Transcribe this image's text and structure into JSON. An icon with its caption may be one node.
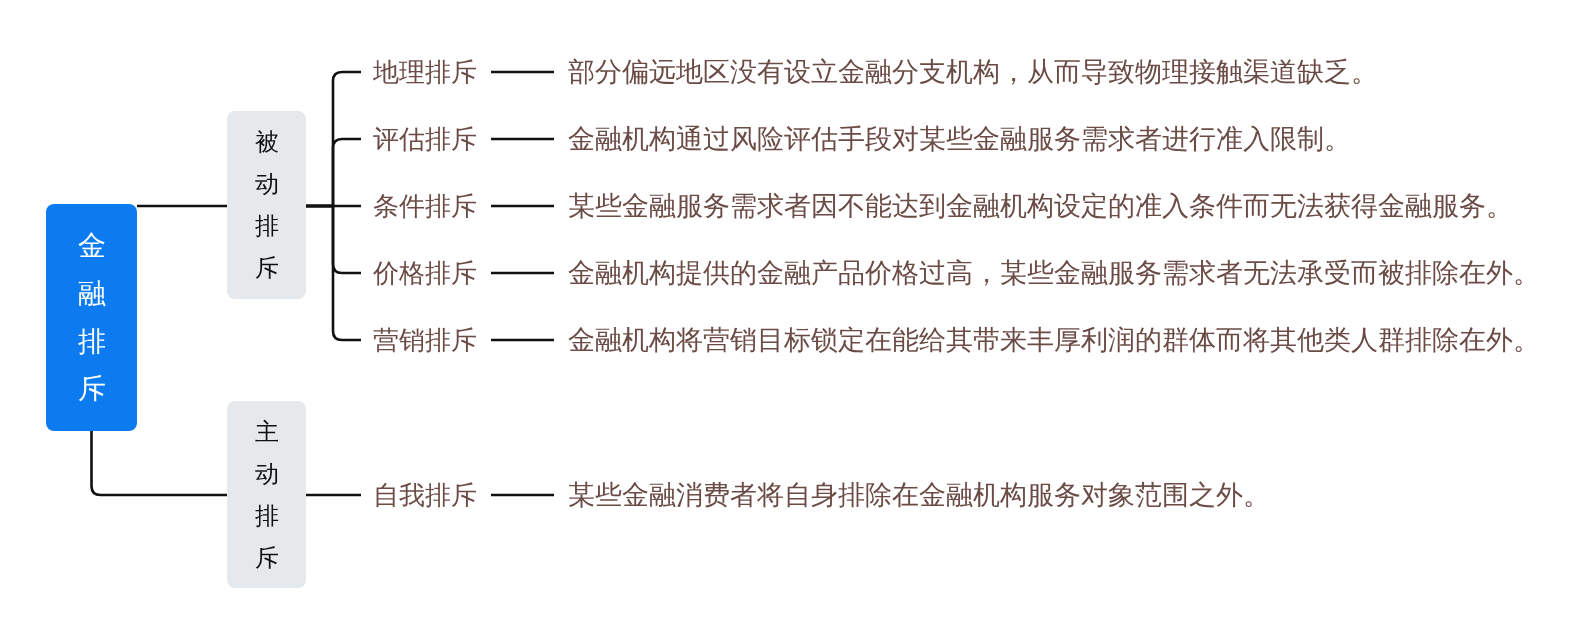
{
  "diagram": {
    "nodes": [
      {
        "text": [
          "金融排斥"
        ]
      },
      {
        "text": [
          "被动排斥"
        ]
      },
      {
        "text": [
          "地理排斥"
        ]
      },
      {
        "text": [
          "部分偏远地区没有设立金融分支机构，从而导致物理接触渠道缺乏。"
        ]
      },
      {
        "text": [
          "评估排斥"
        ]
      },
      {
        "text": [
          "金融机构通过风险评估手段对某些金融服务需求者进行准入限制。"
        ]
      },
      {
        "text": [
          "条件排斥"
        ]
      },
      {
        "text": [
          "某些金融服务需求者因不能达到金融机构设定的准入条件而无法获得金融服务。"
        ]
      },
      {
        "text": [
          "价格排斥"
        ]
      },
      {
        "text": [
          "金融机构提供的金融产品价格过高，某些金融服务需求者无法承受而被排除在外。"
        ]
      },
      {
        "text": [
          "营销排斥"
        ]
      },
      {
        "text": [
          "金融机构将营销目标锁定在能给其带来丰厚利润的群体而将其他类人群排除在外。"
        ]
      },
      {
        "text": [
          "主动排斥"
        ]
      },
      {
        "text": [
          "自我排斥"
        ]
      },
      {
        "text": [
          "某些金融消费者将自身排除在金融机构服务对象范围之外。"
        ]
      }
    ],
    "edges": [
      {
        "from": 0,
        "to": 1,
        "arrow": "none"
      },
      {
        "from": 0,
        "to": 12,
        "arrow": "none"
      },
      {
        "from": 1,
        "to": 2,
        "arrow": "none"
      },
      {
        "from": 1,
        "to": 4,
        "arrow": "none"
      },
      {
        "from": 1,
        "to": 6,
        "arrow": "none"
      },
      {
        "from": 1,
        "to": 8,
        "arrow": "none"
      },
      {
        "from": 1,
        "to": 10,
        "arrow": "none"
      },
      {
        "from": 2,
        "to": 3,
        "arrow": "none"
      },
      {
        "from": 4,
        "to": 5,
        "arrow": "none"
      },
      {
        "from": 6,
        "to": 7,
        "arrow": "none"
      },
      {
        "from": 8,
        "to": 9,
        "arrow": "none"
      },
      {
        "from": 10,
        "to": 11,
        "arrow": "none"
      },
      {
        "from": 12,
        "to": 13,
        "arrow": "none"
      },
      {
        "from": 13,
        "to": 14,
        "arrow": "none"
      }
    ]
  }
}
